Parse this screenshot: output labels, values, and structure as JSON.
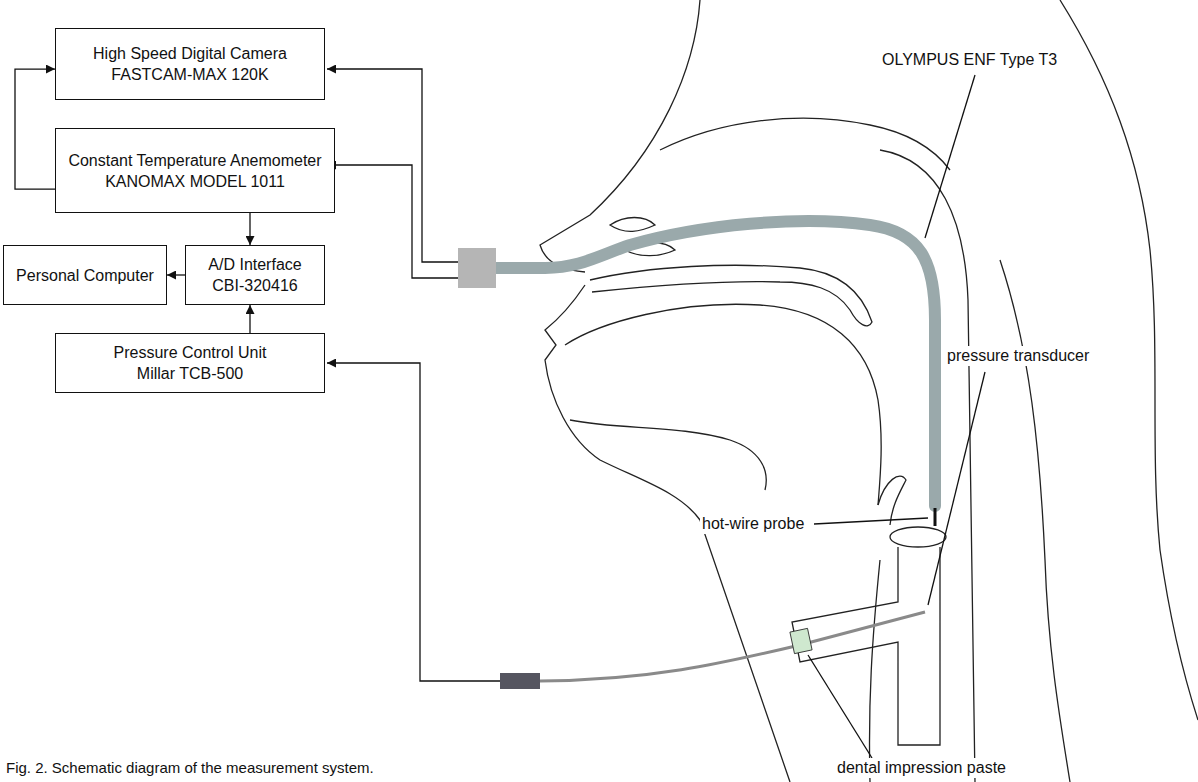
{
  "diagram": {
    "caption": "Fig. 2. Schematic diagram of the measurement system.",
    "nodes": [
      {
        "text": [
          "High Speed Digital Camera",
          "FASTCAM-MAX 120K"
        ]
      },
      {
        "text": [
          "Constant Temperature Anemometer",
          "KANOMAX MODEL 1011"
        ]
      },
      {
        "text": [
          "Personal Computer"
        ]
      },
      {
        "text": [
          "A/D Interface",
          "CBI-320416"
        ]
      },
      {
        "text": [
          "Pressure Control Unit",
          "Millar TCB-500"
        ]
      }
    ],
    "edges": [
      {
        "from": 1,
        "to": 0,
        "arrow": "to"
      },
      {
        "from": 1,
        "to": 3,
        "arrow": "to"
      },
      {
        "from": 3,
        "to": 2,
        "arrow": "to"
      },
      {
        "from": 4,
        "to": 3,
        "arrow": "to"
      }
    ],
    "labels": [
      "OLYMPUS ENF Type T3",
      "pressure transducer",
      "hot-wire probe",
      "dental impression paste"
    ]
  }
}
